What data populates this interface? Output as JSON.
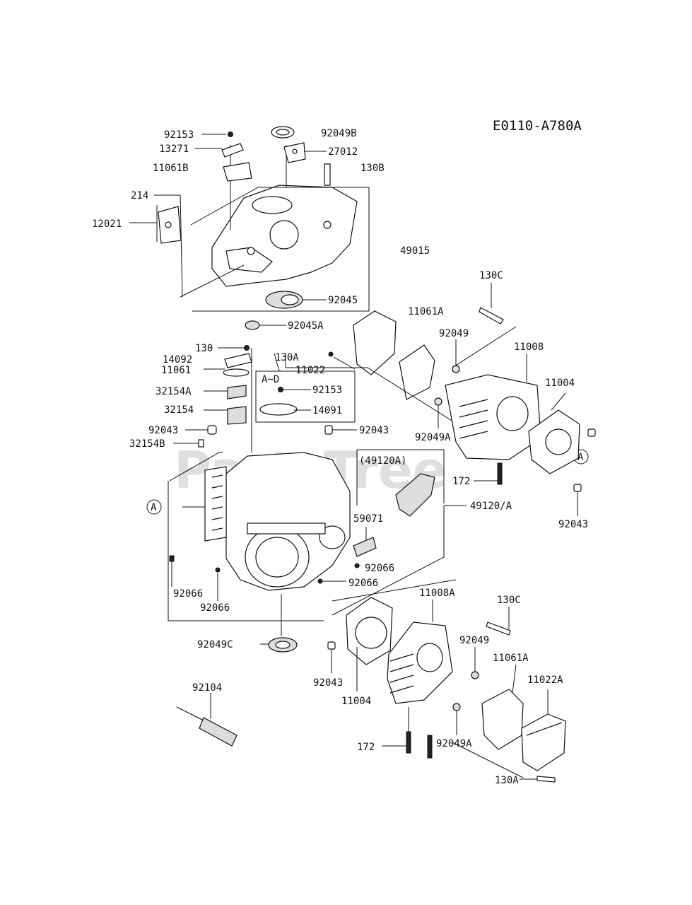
{
  "diagram_code": "E0110-A780A",
  "watermark": "PartsTree",
  "ref_mark": "A",
  "labels": {
    "l92153a": "92153",
    "l13271": "13271",
    "l11061b": "11061B",
    "l92049b": "92049B",
    "l27012": "27012",
    "l130b": "130B",
    "l214": "214",
    "l12021": "12021",
    "l49015": "49015",
    "l92045": "92045",
    "l92045a": "92045A",
    "l130c_top": "130C",
    "l11061a_top": "11061A",
    "l92049_top": "92049",
    "l11008": "11008",
    "l11004_top": "11004",
    "l130": "130",
    "l14092": "14092",
    "l11061": "11061",
    "l130a_top": "130A",
    "l11022": "11022",
    "l32154a": "32154A",
    "l32154": "32154",
    "lAD": "A~D",
    "l92153b": "92153",
    "l14091": "14091",
    "l92043a": "92043",
    "l92043b": "92043",
    "l32154b": "32154B",
    "l92049a_top": "92049A",
    "l172_top": "172",
    "l92043c": "92043",
    "l49120a_paren": "(49120A)",
    "l49120": "49120/A",
    "l59071": "59071",
    "l92066a": "92066",
    "l92066b": "92066",
    "l92066c": "92066",
    "l92066d": "92066",
    "l11008a": "11008A",
    "l130c_bot": "130C",
    "l92049c": "92049C",
    "l92049_bot": "92049",
    "l11061a_bot": "11061A",
    "l11022a": "11022A",
    "l92043d": "92043",
    "l11004_bot": "11004",
    "l92104": "92104",
    "l172_bot": "172",
    "l92049a_bot": "92049A",
    "l130a_bot": "130A"
  }
}
